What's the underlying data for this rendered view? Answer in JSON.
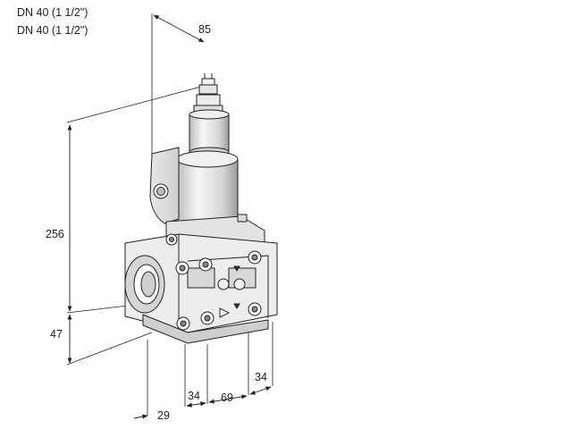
{
  "header": {
    "line1": "DN 40 (1 1/2\")",
    "line2": "DN 40 (1 1/2\")"
  },
  "dimensions": {
    "top_depth": "85",
    "overall_height": "256",
    "base_height": "47",
    "left_offset": "29",
    "flange_a": "34",
    "center_span": "69",
    "flange_b": "34"
  },
  "colors": {
    "line": "#222222",
    "body_light": "#f2f2f2",
    "body_mid": "#d9d9d9",
    "body_dark": "#9a9a9a"
  }
}
